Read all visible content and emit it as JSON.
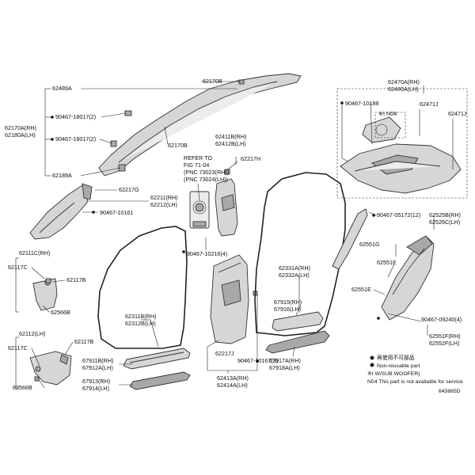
{
  "labels": {
    "p62489A": "62489A",
    "p62170B_top": "62170B",
    "p90467_18017_a": "90467-18017(2)",
    "p62170A": "62170A(RH)",
    "p62180A": "62180A(LH)",
    "p90467_18017_b": "90467-18017(2)",
    "p62189A": "62189A",
    "p62170B_mid": "62170B",
    "p62217G": "62217G",
    "p62211": "62211(RH)",
    "p62212": "62212(LH)",
    "p90467_10161": "90467-10161",
    "p62111C": "62111C(RH)",
    "p62117C_top": "62117C",
    "p62117B_top": "62117B",
    "p62566B_top": "62566B",
    "p62112": "62112(LH)",
    "p62117C_bot": "62117C",
    "p62117B_bot": "62117B",
    "p62566B_bot": "62566B",
    "refer1": "REFER TO",
    "refer2": "FIG 71-04",
    "refer3": "(PNC 73023(RH))",
    "refer4": "(PNC 73024(LH))",
    "p62411B": "62411B(RH)",
    "p62412B": "62412B(LH)",
    "p62217H": "62217H",
    "p90467_10216": "90467-10216(4)",
    "p62311B": "62311B(RH)",
    "p62312B": "62312B(LH)",
    "p67911B": "67911B(RH)",
    "p67912A": "67912A(LH)",
    "p67913": "67913(RH)",
    "p67914": "67914(LH)",
    "p62217J": "62217J",
    "p90467_10167": "90467-10167(3)",
    "p62413A": "62413A(RH)",
    "p62414A": "62414A(LH)",
    "p62331A": "62331A(RH)",
    "p62332A": "62332A(LH)",
    "p67915": "67915(RH)",
    "p67916": "67916(LH)",
    "p67917A": "67917A(RH)",
    "p67918A": "67918A(LH)",
    "p62470A": "62470A(RH)",
    "p62480A": "62480A(LH)",
    "p90467_10188": "90467-10188",
    "p62471J_a": "62471J",
    "p62471J_b": "62471J",
    "n04_mark": "※I N04",
    "p90467_05172": "90467-05172(12)",
    "p62525B": "62525B(RH)",
    "p62526C": "62526C(LH)",
    "p62551G": "62551G",
    "p62551E_a": "62551E",
    "p62551E_b": "62551E",
    "p90467_09240": "90467-09240(4)",
    "p62551F": "62551F(RH)",
    "p62552F": "62552F(LH)"
  },
  "legend": {
    "reuse": "再使用不可部品",
    "nonreusable": "Non-reusable part",
    "subwoofer": "※I W/SUB WOOFER)",
    "n04": "N04   This part is not available for service"
  },
  "figure_id": "643865D"
}
